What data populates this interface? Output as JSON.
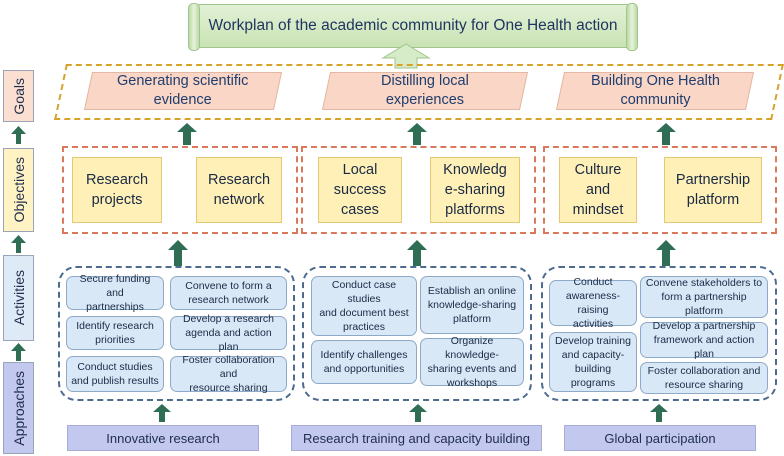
{
  "title": "Workplan of the academic community for One Health action",
  "stages": {
    "goals": "Goals",
    "objectives": "Objectives",
    "activities": "Activities",
    "approaches": "Approaches"
  },
  "goals": [
    {
      "line1": "Generating scientific",
      "line2": "evidence"
    },
    {
      "line1": "Distilling local",
      "line2": "experiences"
    },
    {
      "line1": "Building One Health",
      "line2": "community"
    }
  ],
  "objectives": [
    {
      "line1": "Research",
      "line2": "projects",
      "line3": ""
    },
    {
      "line1": "Research",
      "line2": "network",
      "line3": ""
    },
    {
      "line1": "Local",
      "line2": "success",
      "line3": "cases"
    },
    {
      "line1": "Knowledg",
      "line2": "e-sharing",
      "line3": "platforms"
    },
    {
      "line1": "Culture",
      "line2": "and",
      "line3": "mindset"
    },
    {
      "line1": "Partnership",
      "line2": "platform",
      "line3": ""
    }
  ],
  "activities": {
    "group1": {
      "a1": {
        "line1": "Secure funding and",
        "line2": "partnerships"
      },
      "a2": {
        "line1": "Convene to form a",
        "line2": "research network"
      },
      "a3": {
        "line1": "Identify research",
        "line2": "priorities"
      },
      "a4": {
        "line1": "Develop a research",
        "line2": "agenda and action plan"
      },
      "a5": {
        "line1": "Conduct studies",
        "line2": "and publish results"
      },
      "a6": {
        "line1": "Foster collaboration and",
        "line2": "resource sharing"
      }
    },
    "group2": {
      "a1": {
        "line1": "Conduct case studies",
        "line2": "and document best",
        "line3": "practices"
      },
      "a2": {
        "line1": "Establish an online",
        "line2": "knowledge-sharing",
        "line3": "platform"
      },
      "a3": {
        "line1": "Identify challenges",
        "line2": "and opportunities",
        "line3": ""
      },
      "a4": {
        "line1": "Organize knowledge-",
        "line2": "sharing events and",
        "line3": "workshops"
      }
    },
    "group3": {
      "a1": {
        "line1": "Conduct",
        "line2": "awareness-raising",
        "line3": "activities",
        "line4": ""
      },
      "a2": {
        "line1": "Convene stakeholders to",
        "line2": "form a partnership",
        "line3": "platform",
        "line4": ""
      },
      "a3": {
        "line1": "Develop training",
        "line2": "and capacity-",
        "line3": "building",
        "line4": "programs"
      },
      "a4": {
        "line1": "Develop a partnership",
        "line2": "framework and action plan",
        "line3": "",
        "line4": ""
      },
      "a5": {
        "line1": "Foster collaboration and",
        "line2": "resource sharing",
        "line3": "",
        "line4": ""
      }
    }
  },
  "approaches": [
    "Innovative research",
    "Research training and capacity building",
    "Global participation"
  ],
  "colors": {
    "arrow": "#2f6e55",
    "goal_fill": "#f9d6c6",
    "objective_fill": "#fff0b8",
    "activity_fill": "#d9e8f7",
    "approach_fill": "#c3c8ef"
  }
}
